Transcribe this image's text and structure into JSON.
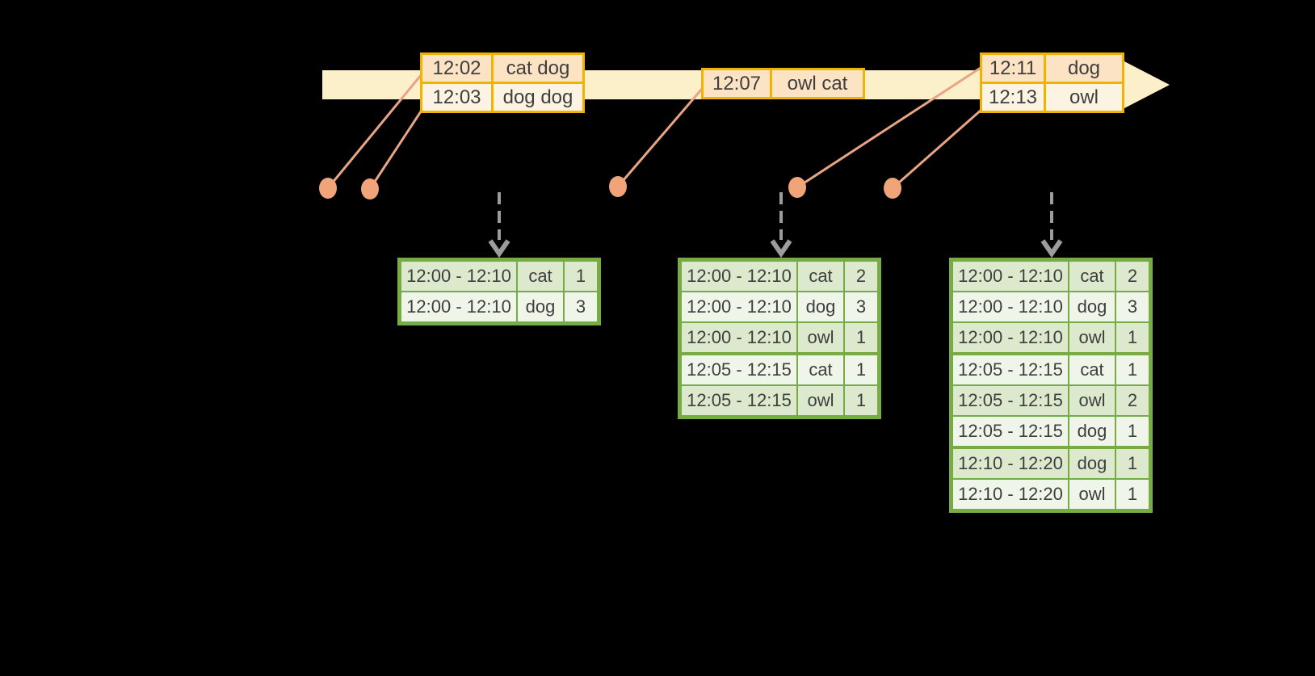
{
  "colors": {
    "background": "#000000",
    "band": "#fcf0cb",
    "amber": "#f0b400",
    "event_fill_dark": "#fbe3c4",
    "event_fill_light": "#fdf3e2",
    "salmon_line": "#e9a583",
    "salmon_dot": "#f0a478",
    "green": "#77ab43",
    "result_fill_dark": "#dde9cd",
    "result_fill_light": "#f0f5ea",
    "arrow_gray": "#9c9c9c",
    "text": "#3e3e3e"
  },
  "timeline": {
    "event_tables": [
      {
        "rows": [
          {
            "time": "12:02",
            "words": "cat dog"
          },
          {
            "time": "12:03",
            "words": "dog dog"
          }
        ]
      },
      {
        "rows": [
          {
            "time": "12:07",
            "words": "owl cat"
          }
        ]
      },
      {
        "rows": [
          {
            "time": "12:11",
            "words": "dog"
          },
          {
            "time": "12:13",
            "words": "owl"
          }
        ]
      }
    ]
  },
  "result_tables": [
    {
      "rows": [
        [
          "12:00 - 12:10",
          "cat",
          "1"
        ],
        [
          "12:00 - 12:10",
          "dog",
          "3"
        ]
      ]
    },
    {
      "rows": [
        [
          "12:00 - 12:10",
          "cat",
          "2"
        ],
        [
          "12:00 - 12:10",
          "dog",
          "3"
        ],
        [
          "12:00 - 12:10",
          "owl",
          "1"
        ],
        [
          "12:05 - 12:15",
          "cat",
          "1"
        ],
        [
          "12:05 - 12:15",
          "owl",
          "1"
        ]
      ]
    },
    {
      "rows": [
        [
          "12:00 - 12:10",
          "cat",
          "2"
        ],
        [
          "12:00 - 12:10",
          "dog",
          "3"
        ],
        [
          "12:00 - 12:10",
          "owl",
          "1"
        ],
        [
          "12:05 - 12:15",
          "cat",
          "1"
        ],
        [
          "12:05 - 12:15",
          "owl",
          "2"
        ],
        [
          "12:05 - 12:15",
          "dog",
          "1"
        ],
        [
          "12:10 - 12:20",
          "dog",
          "1"
        ],
        [
          "12:10 - 12:20",
          "owl",
          "1"
        ]
      ]
    }
  ]
}
